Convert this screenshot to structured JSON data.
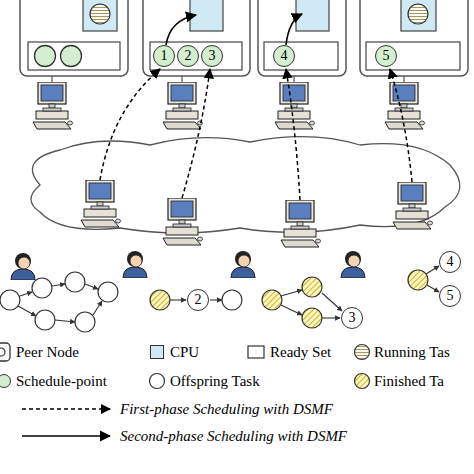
{
  "diagram": {
    "nodes": [
      {
        "text": [
          "1"
        ]
      },
      {
        "text": [
          "2"
        ]
      },
      {
        "text": [
          "3"
        ]
      },
      {
        "text": [
          "4"
        ]
      },
      {
        "text": [
          "5"
        ]
      },
      {
        "text": [
          "2"
        ]
      },
      {
        "text": [
          "3"
        ]
      },
      {
        "text": [
          "4"
        ]
      },
      {
        "text": [
          "5"
        ]
      }
    ],
    "legend": [
      {
        "text": "Peer Node"
      },
      {
        "text": "CPU",
        "color": "#cfe9f5"
      },
      {
        "text": "Ready Set"
      },
      {
        "text": "Running Tas"
      },
      {
        "text": "Schedule-point",
        "color": "#d3efcf"
      },
      {
        "text": "Offspring Task"
      },
      {
        "text": "Finished Ta"
      },
      {
        "text": "First-phase Scheduling with DSMF"
      },
      {
        "text": "Second-phase Scheduling with DSMF"
      }
    ]
  }
}
